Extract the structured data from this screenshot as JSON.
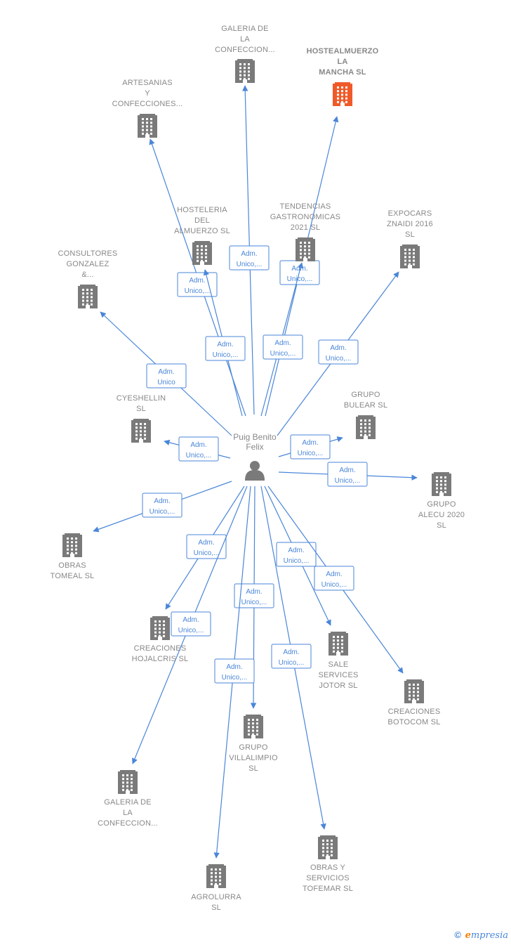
{
  "center": {
    "name_lines": [
      "Puig Benito",
      "Felix"
    ]
  },
  "colors": {
    "edge": "#4a86d8",
    "building": "#7a7a7a",
    "highlight": "#f05a28"
  },
  "nodes": [
    {
      "id": "galeria-top",
      "lines": [
        "GALERIA DE",
        "LA",
        "CONFECCION..."
      ],
      "highlight": false,
      "edge": [
        "Adm.",
        "Unico,..."
      ]
    },
    {
      "id": "hostealmuerzo",
      "lines": [
        "HOSTEALMUERZO",
        "LA",
        "MANCHA  SL"
      ],
      "highlight": true,
      "edge": [
        "Adm.",
        "Unico,..."
      ]
    },
    {
      "id": "artesanias",
      "lines": [
        "ARTESANIAS",
        "Y",
        "CONFECCIONES..."
      ],
      "highlight": false,
      "edge": [
        "Adm.",
        "Unico,..."
      ]
    },
    {
      "id": "hosteleria",
      "lines": [
        "HOSTELERIA",
        "DEL",
        "ALMUERZO  SL"
      ],
      "highlight": false,
      "edge": [
        "Adm.",
        "Unico,..."
      ]
    },
    {
      "id": "tendencias",
      "lines": [
        "TENDENCIAS",
        "GASTRONOMICAS",
        "2021  SL"
      ],
      "highlight": false,
      "edge": [
        "Adm.",
        "Unico,..."
      ]
    },
    {
      "id": "expocars",
      "lines": [
        "EXPOCARS",
        "ZNAIDI 2016",
        "SL"
      ],
      "highlight": false,
      "edge": [
        "Adm.",
        "Unico,..."
      ]
    },
    {
      "id": "consultores",
      "lines": [
        "CONSULTORES",
        "GONZALEZ",
        "&..."
      ],
      "highlight": false,
      "edge": [
        "Adm.",
        "Unico"
      ]
    },
    {
      "id": "cyeshellin",
      "lines": [
        "CYESHELLIN",
        "SL"
      ],
      "highlight": false,
      "edge": [
        "Adm.",
        "Unico,..."
      ]
    },
    {
      "id": "bulear",
      "lines": [
        "GRUPO",
        "BULEAR  SL"
      ],
      "highlight": false,
      "edge": [
        "Adm.",
        "Unico,..."
      ]
    },
    {
      "id": "alecu",
      "lines": [
        "GRUPO",
        "ALECU 2020",
        "SL"
      ],
      "highlight": false,
      "edge": [
        "Adm.",
        "Unico,..."
      ]
    },
    {
      "id": "tomeal",
      "lines": [
        "OBRAS",
        "TOMEAL SL"
      ],
      "highlight": false,
      "edge": [
        "Adm.",
        "Unico,..."
      ]
    },
    {
      "id": "hojalcris",
      "lines": [
        "CREACIONES",
        "HOJALCRIS  SL"
      ],
      "highlight": false,
      "edge": [
        "Adm.",
        "Unico,..."
      ]
    },
    {
      "id": "sale",
      "lines": [
        "SALE",
        "SERVICES",
        "JOTOR  SL"
      ],
      "highlight": false,
      "edge": [
        "Adm.",
        "Unico,..."
      ]
    },
    {
      "id": "botocom",
      "lines": [
        "CREACIONES",
        "BOTOCOM  SL"
      ],
      "highlight": false,
      "edge": [
        "Adm.",
        "Unico,..."
      ]
    },
    {
      "id": "villalimpio",
      "lines": [
        "GRUPO",
        "VILLALIMPIO",
        "SL"
      ],
      "highlight": false,
      "edge": [
        "Adm.",
        "Unico,..."
      ]
    },
    {
      "id": "galeria-bottom",
      "lines": [
        "GALERIA DE",
        "LA",
        "CONFECCION..."
      ],
      "highlight": false,
      "edge": [
        "Adm.",
        "Unico,..."
      ]
    },
    {
      "id": "tofemar",
      "lines": [
        "OBRAS Y",
        "SERVICIOS",
        "TOFEMAR  SL"
      ],
      "highlight": false,
      "edge": [
        "Adm.",
        "Unico,..."
      ]
    },
    {
      "id": "agrolurra",
      "lines": [
        "AGROLURRA",
        "SL"
      ],
      "highlight": false,
      "edge": [
        "Adm.",
        "Unico,..."
      ]
    }
  ],
  "footer": {
    "copyright": "©",
    "brand_initial": "e",
    "brand_rest": "mpresia"
  }
}
